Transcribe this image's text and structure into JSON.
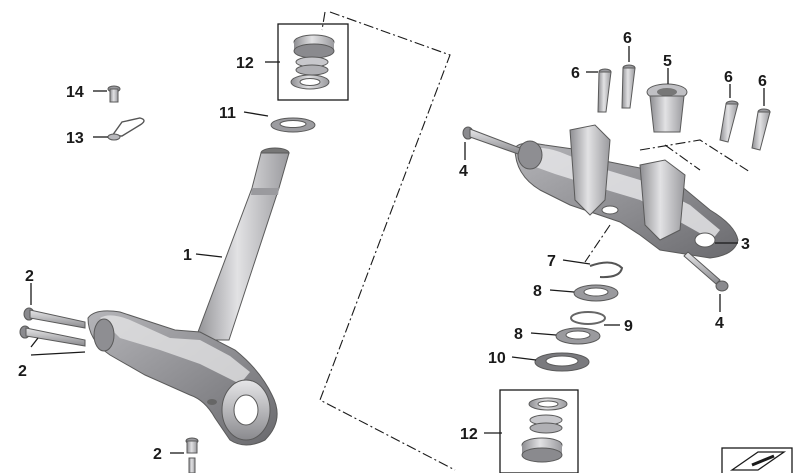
{
  "diagram": {
    "background": "#ffffff",
    "part_colors": {
      "metal_light": "#d4d4d6",
      "metal_mid": "#a9a9ad",
      "metal_dark": "#6e6e72",
      "line": "#1a1a1a"
    },
    "callouts": [
      {
        "id": "c12-top",
        "label": "12"
      },
      {
        "id": "c11",
        "label": "11"
      },
      {
        "id": "c14",
        "label": "14"
      },
      {
        "id": "c13",
        "label": "13"
      },
      {
        "id": "c1",
        "label": "1"
      },
      {
        "id": "c2-a",
        "label": "2"
      },
      {
        "id": "c2-b",
        "label": "2"
      },
      {
        "id": "c2-c",
        "label": "2"
      },
      {
        "id": "c6-a",
        "label": "6"
      },
      {
        "id": "c6-b",
        "label": "6"
      },
      {
        "id": "c5",
        "label": "5"
      },
      {
        "id": "c6-c",
        "label": "6"
      },
      {
        "id": "c6-d",
        "label": "6"
      },
      {
        "id": "c4-a",
        "label": "4"
      },
      {
        "id": "c3",
        "label": "3"
      },
      {
        "id": "c7",
        "label": "7"
      },
      {
        "id": "c8-a",
        "label": "8"
      },
      {
        "id": "c9",
        "label": "9"
      },
      {
        "id": "c4-b",
        "label": "4"
      },
      {
        "id": "c8-b",
        "label": "8"
      },
      {
        "id": "c10",
        "label": "10"
      },
      {
        "id": "c12-bottom",
        "label": "12"
      }
    ]
  }
}
